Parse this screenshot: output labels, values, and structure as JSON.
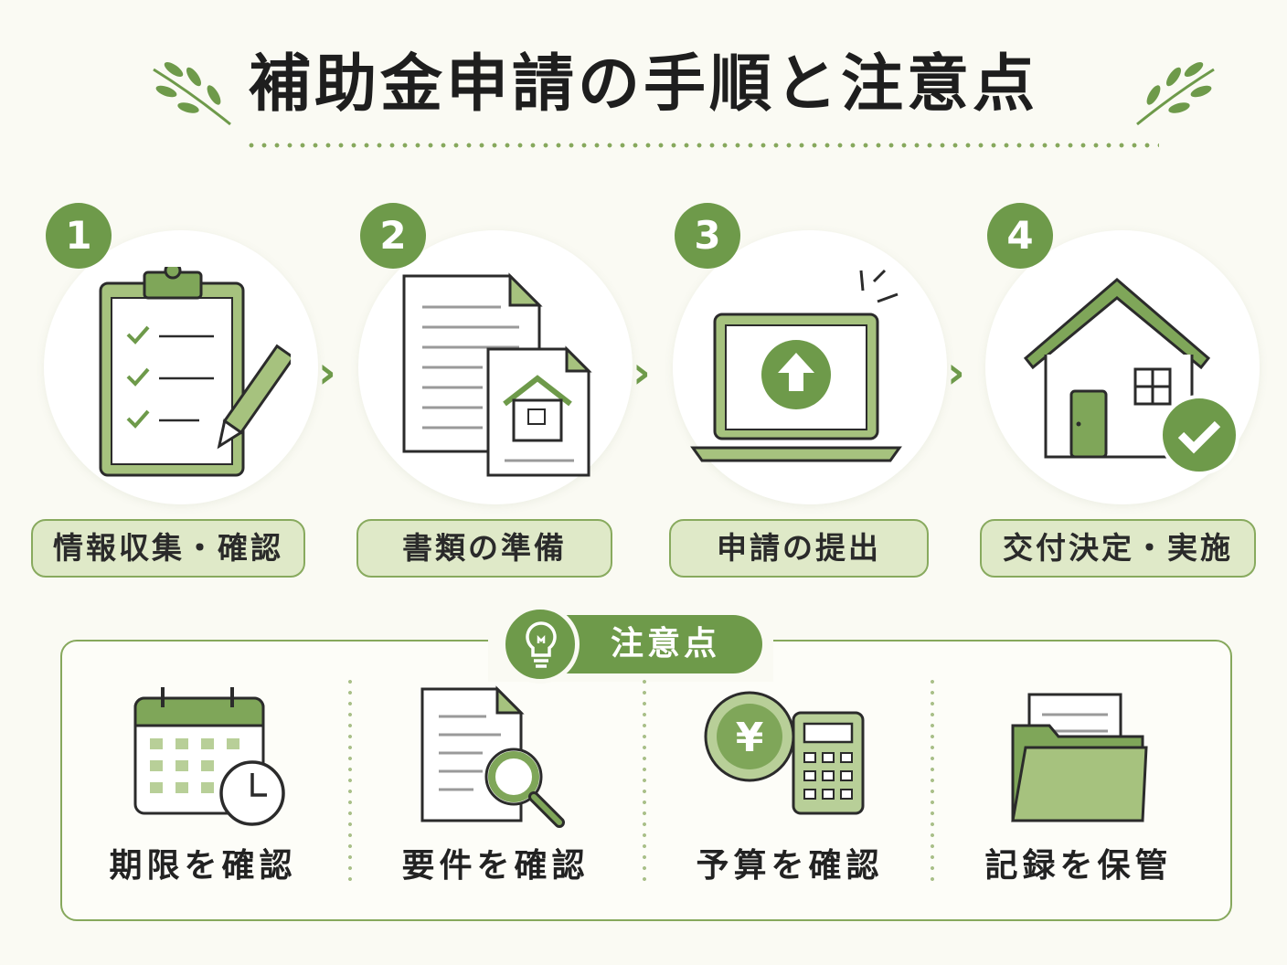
{
  "title": "補助金申請の手順と注意点",
  "colors": {
    "accent": "#6e9a4a",
    "accent_light": "#dfe9c8",
    "background": "#fafaf3"
  },
  "steps": [
    {
      "number": "1",
      "label": "情報収集・確認",
      "icon": "clipboard-checklist-icon"
    },
    {
      "number": "2",
      "label": "書類の準備",
      "icon": "documents-house-icon"
    },
    {
      "number": "3",
      "label": "申請の提出",
      "icon": "laptop-upload-icon"
    },
    {
      "number": "4",
      "label": "交付決定・実施",
      "icon": "house-check-icon"
    }
  ],
  "notes": {
    "badge": "注意点",
    "badge_icon": "lightbulb-icon",
    "items": [
      {
        "label": "期限を確認",
        "icon": "calendar-clock-icon"
      },
      {
        "label": "要件を確認",
        "icon": "document-magnifier-icon"
      },
      {
        "label": "予算を確認",
        "icon": "yen-calculator-icon"
      },
      {
        "label": "記録を保管",
        "icon": "folder-document-icon"
      }
    ]
  }
}
